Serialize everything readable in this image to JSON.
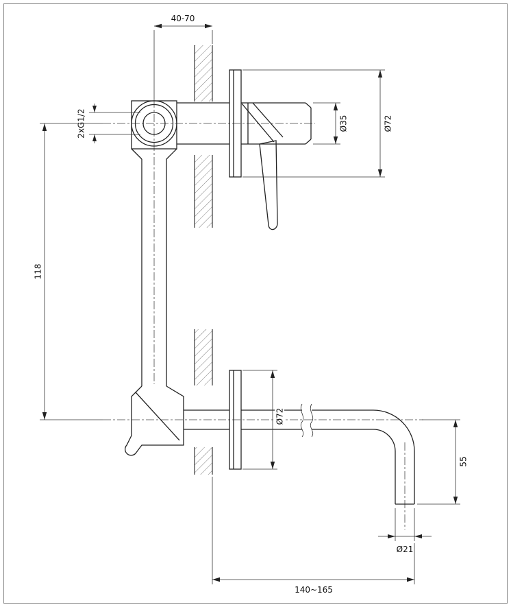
{
  "drawing": {
    "labels": {
      "mounting_depth": "40-70",
      "inlet_thread": "2xG1/2",
      "cartridge_diameter": "Ø35",
      "escutcheon_top_diameter": "Ø72",
      "center_distance": "118",
      "escutcheon_bottom_diameter": "Ø72",
      "spout_drop": "55",
      "outlet_diameter": "Ø21",
      "spout_reach": "140~165"
    },
    "colors": {
      "line": "#222222",
      "background": "#ffffff"
    }
  }
}
